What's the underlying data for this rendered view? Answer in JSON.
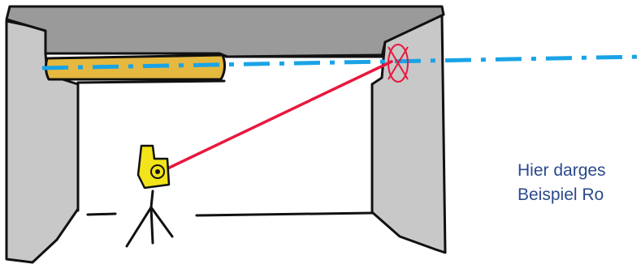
{
  "caption": {
    "line1": "Hier darges",
    "line2": "Beispiel Ro"
  },
  "colors": {
    "sketch_stroke": "#111111",
    "wall_fill": "#c8c8c8",
    "ceiling_fill": "#9a9a9a",
    "duct_fill": "#e5b83f",
    "laser_beam": "#e8173e",
    "reference_line": "#1aa3e6",
    "level_device": "#f2e31a",
    "caption_text": "#2b4a8c"
  },
  "icons": {
    "target": "crosshair-circle-icon",
    "device": "laser-level-device",
    "stand": "tripod"
  }
}
